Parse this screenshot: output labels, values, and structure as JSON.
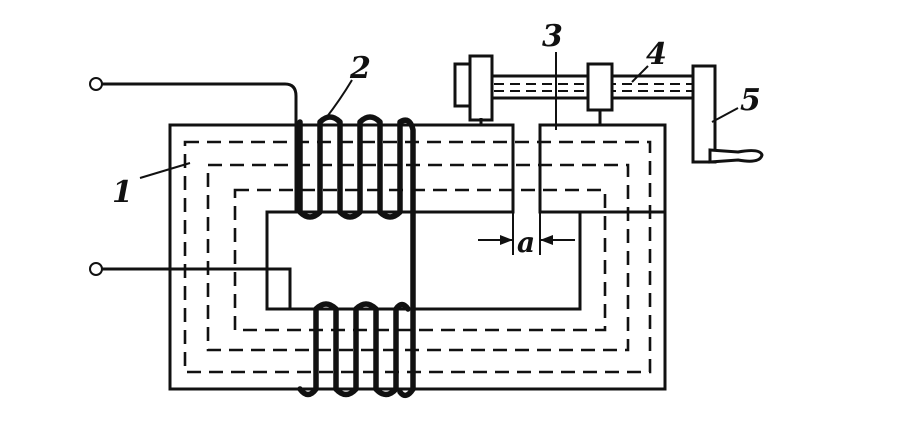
{
  "labels": {
    "core": "1",
    "coil": "2",
    "armature": "3",
    "screw": "4",
    "handle": "5",
    "gap": "a"
  }
}
